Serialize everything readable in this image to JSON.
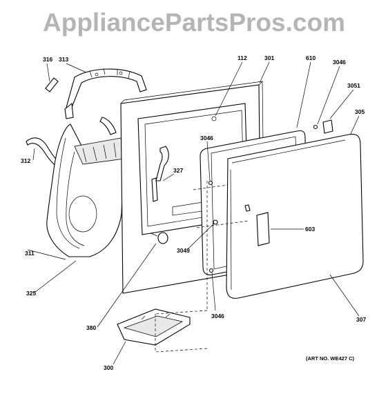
{
  "watermark": "AppliancePartsPros.com",
  "art_number": "(ART NO. WE427 C)",
  "callouts": [
    {
      "id": "c316",
      "label": "316"
    },
    {
      "id": "c313",
      "label": "313"
    },
    {
      "id": "c112",
      "label": "112"
    },
    {
      "id": "c301",
      "label": "301"
    },
    {
      "id": "c610",
      "label": "610"
    },
    {
      "id": "c3046a",
      "label": "3046"
    },
    {
      "id": "c3051",
      "label": "3051"
    },
    {
      "id": "c305",
      "label": "305"
    },
    {
      "id": "c312",
      "label": "312"
    },
    {
      "id": "c3046b",
      "label": "3046"
    },
    {
      "id": "c327",
      "label": "327"
    },
    {
      "id": "c603",
      "label": "603"
    },
    {
      "id": "c3049",
      "label": "3049"
    },
    {
      "id": "c311",
      "label": "311"
    },
    {
      "id": "c325",
      "label": "325"
    },
    {
      "id": "c380",
      "label": "380"
    },
    {
      "id": "c3046c",
      "label": "3046"
    },
    {
      "id": "c307",
      "label": "307"
    },
    {
      "id": "c300",
      "label": "300"
    }
  ]
}
